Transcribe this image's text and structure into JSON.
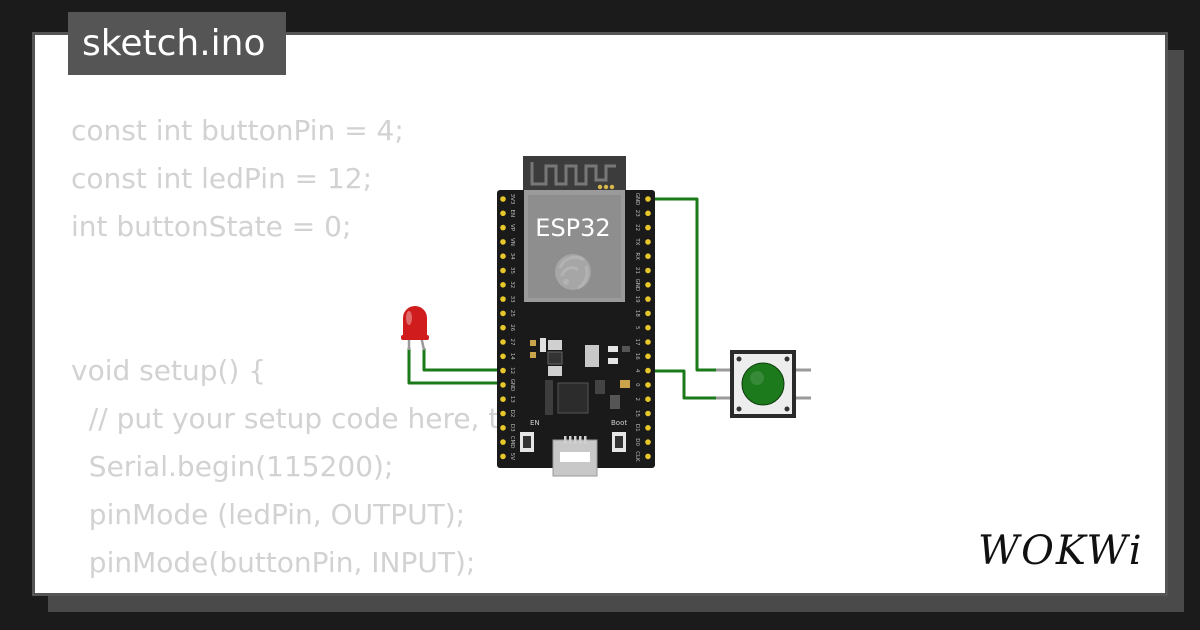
{
  "file_tab": {
    "title": "sketch.ino"
  },
  "code": {
    "lines": [
      "const int buttonPin = 4;",
      "const int ledPin = 12;",
      "int buttonState = 0;",
      "",
      "",
      "void setup() {",
      "  // put your setup code here, to run once:",
      "  Serial.begin(115200);",
      "  pinMode (ledPin, OUTPUT);",
      "  pinMode(buttonPin, INPUT);",
      "}"
    ]
  },
  "board": {
    "name": "ESP32",
    "logo_icon": "espressif-logo-icon",
    "en_label": "EN",
    "boot_label": "Boot",
    "left_pins": [
      "3V3",
      "EN",
      "VP",
      "VN",
      "34",
      "35",
      "32",
      "33",
      "25",
      "26",
      "27",
      "14",
      "12",
      "GND",
      "13",
      "D2",
      "D3",
      "CMD",
      "5V"
    ],
    "right_pins": [
      "GND",
      "23",
      "22",
      "TX",
      "RX",
      "21",
      "GND",
      "19",
      "18",
      "5",
      "17",
      "16",
      "4",
      "0",
      "2",
      "15",
      "D1",
      "D0",
      "CLK"
    ]
  },
  "led": {
    "color": "#d01c1c",
    "icon": "red-led-icon"
  },
  "pushbutton": {
    "color": "#1c7a1c",
    "icon": "pushbutton-icon"
  },
  "wires": {
    "color": "#1a7a1a"
  },
  "brand": {
    "logo_text": "WOKWi"
  }
}
